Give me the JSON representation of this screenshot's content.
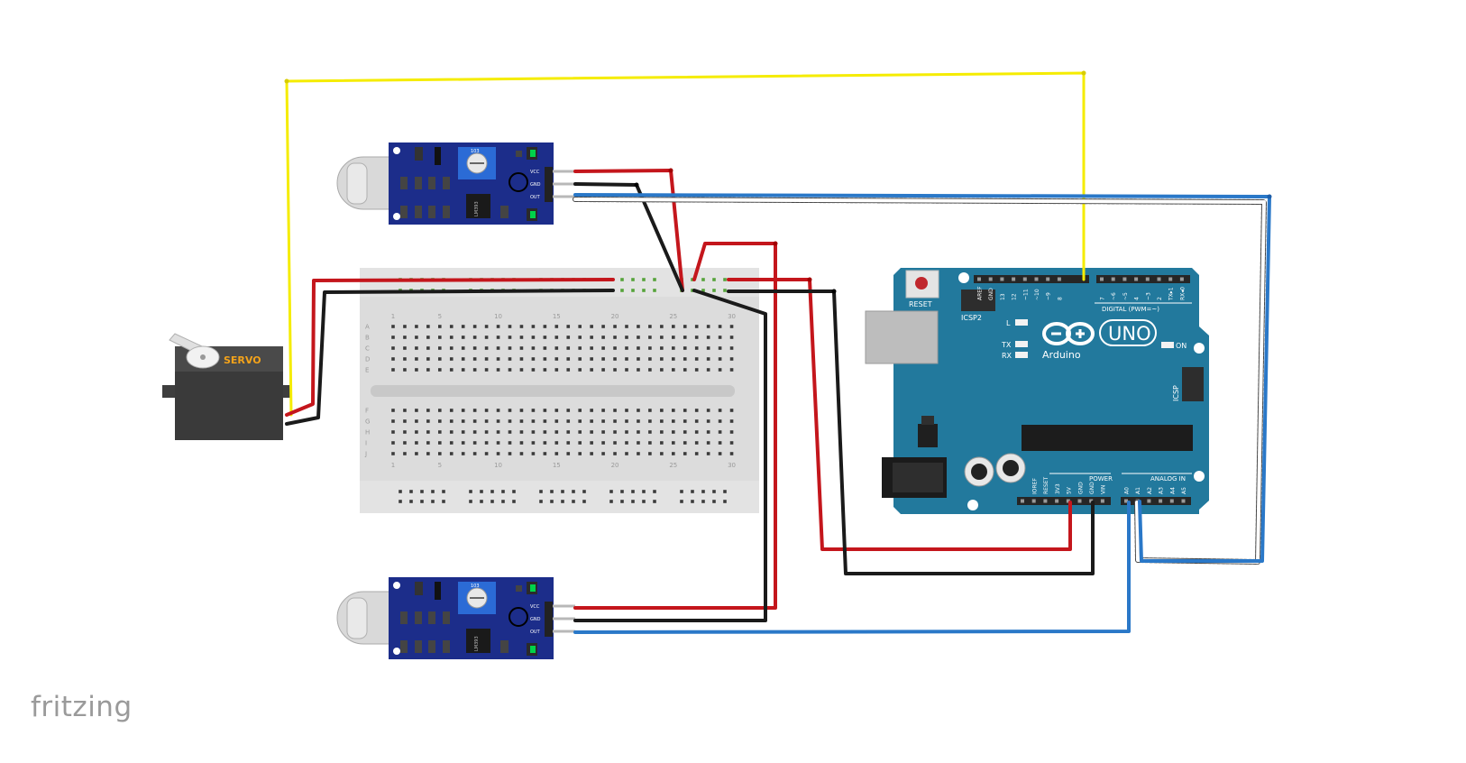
{
  "branding": {
    "logo_text": "fritzing"
  },
  "servo": {
    "label": "SERVO"
  },
  "sound_sensor_top": {
    "pins": [
      "VCC",
      "GND",
      "OUT"
    ],
    "pot_label": "103",
    "chip_label": "LM393"
  },
  "sound_sensor_bottom": {
    "pins": [
      "VCC",
      "GND",
      "OUT"
    ],
    "pot_label": "103",
    "chip_label": "LM393"
  },
  "breadboard": {
    "column_numbers": [
      "1",
      "5",
      "10",
      "15",
      "20",
      "25",
      "30"
    ],
    "row_letters_top": [
      "A",
      "B",
      "C",
      "D",
      "E"
    ],
    "row_letters_bottom": [
      "F",
      "G",
      "H",
      "I",
      "J"
    ]
  },
  "arduino": {
    "reset_label": "RESET",
    "icsp2_label": "ICSP2",
    "l_label": "L",
    "tx_label": "TX",
    "rx_label": "RX",
    "brand": "Arduino",
    "model": "UNO",
    "on_label": "ON",
    "icsp_label": "ICSP",
    "digital_label": "DIGITAL (PWM=~)",
    "power_label": "POWER",
    "analog_label": "ANALOG IN",
    "digital_pins_left": [
      "AREF",
      "GND",
      "13",
      "12",
      "~11",
      "~10",
      "~9",
      "8"
    ],
    "digital_pins_right": [
      "7",
      "~6",
      "~5",
      "4",
      "~3",
      "2",
      "TX▸1",
      "RX◂0"
    ],
    "power_pins": [
      "IOREF",
      "RESET",
      "3V3",
      "5V",
      "GND",
      "GND",
      "VIN"
    ],
    "analog_pins": [
      "A0",
      "A1",
      "A2",
      "A3",
      "A4",
      "A5"
    ]
  },
  "colors": {
    "wire_yellow": "#f5ec00",
    "wire_red": "#c4161c",
    "wire_black": "#1a1a1a",
    "wire_blue": "#2a78c8",
    "arduino_board": "#22799d",
    "sensor_board": "#1c2d8a",
    "breadboard": "#dcdcdc"
  }
}
